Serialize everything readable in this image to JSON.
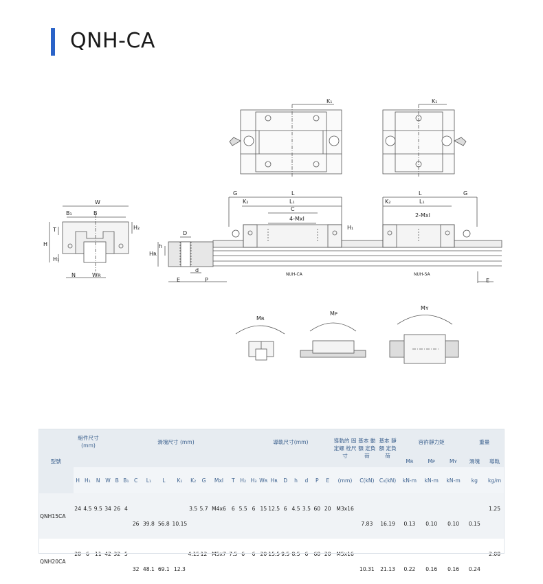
{
  "page": {
    "title": "QNH-CA"
  },
  "drawing": {
    "labels": {
      "W": "W",
      "B1": "B₁",
      "B": "B",
      "T": "T",
      "H2": "H₂",
      "H": "H",
      "H1": "H₁",
      "N": "N",
      "WR": "Wʀ",
      "D": "D",
      "h": "h",
      "HR": "Hʀ",
      "d": "d",
      "E": "E",
      "P": "P",
      "K1": "K₁",
      "G": "G",
      "L": "L",
      "L1": "L₁",
      "K2": "K₂",
      "C": "C",
      "mxl4": "4-Mxl",
      "mxl2": "2-Mxl",
      "nuh_ca": "NUH-CA",
      "nuh_sa": "NUH-SA",
      "MR": "Mʀ",
      "MP": "Mᴘ",
      "MY": "Mʏ"
    }
  },
  "table": {
    "header": {
      "model": "型號",
      "group_assembly": "組件尺寸\n(mm)",
      "group_block": "滑塊尺寸 (mm)",
      "group_rail": "導軌尺寸(mm)",
      "group_bolt": "導軌的\n固定螺\n栓尺寸",
      "group_dynamic": "基本\n動額\n定負荷",
      "group_static": "基本\n靜額\n定負荷",
      "group_moment": "容許靜力矩",
      "group_weight": "重量",
      "cols": [
        "H",
        "H₁",
        "N",
        "W",
        "B",
        "B₁",
        "C",
        "L₁",
        "L",
        "K₁",
        "K₂",
        "G",
        "Mxl",
        "T",
        "H₂",
        "H₃",
        "Wʀ",
        "Hʀ",
        "D",
        "h",
        "d",
        "P",
        "E"
      ],
      "bolt_unit": "(mm)",
      "dyn_unit": "C(kN)",
      "stat_unit": "C₀(kN)",
      "moment_cols": [
        "Mʀ",
        "Mᴘ",
        "Mʏ"
      ],
      "moment_units": [
        "kN-m",
        "kN-m",
        "kN-m"
      ],
      "weight_cols": [
        "滑塊",
        "導軌"
      ],
      "weight_units": [
        "kg",
        "kg/m"
      ]
    },
    "rows": [
      {
        "model": "QNH15CA",
        "H": "24",
        "H1": "4.5",
        "N": "9.5",
        "W": "34",
        "B": "26",
        "B1": "4",
        "C": "26",
        "L1": "39.8",
        "L": "56.8",
        "K1": "10.15",
        "K2": "3.5",
        "G": "5.7",
        "Mxl": "M4x6",
        "T": "6",
        "H2": "5.5",
        "H3": "6",
        "WR": "15",
        "HR": "12.5",
        "D": "6",
        "h": "4.5",
        "d": "3.5",
        "P": "60",
        "E": "20",
        "bolt": "M3x16",
        "C_kN": "7.83",
        "C0_kN": "16.19",
        "MR": "0.13",
        "MP": "0.10",
        "MY": "0.10",
        "block_kg": "0.15",
        "rail_kgm": "1.25"
      },
      {
        "model": "QNH20CA",
        "H": "28",
        "H1": "6",
        "N": "11",
        "W": "42",
        "B": "32",
        "B1": "5",
        "C": "32",
        "L1": "48.1",
        "L": "69.1",
        "K1": "12.3",
        "K2": "4.15",
        "G": "12",
        "Mxl": "M5x7",
        "T": "7.5",
        "H2": "6",
        "H3": "6",
        "WR": "20",
        "HR": "15.5",
        "D": "9.5",
        "h": "8.5",
        "d": "6",
        "P": "60",
        "E": "20",
        "bolt": "M5x16",
        "C_kN": "10.31",
        "C0_kN": "21.13",
        "MR": "0.22",
        "MP": "0.16",
        "MY": "0.16",
        "block_kg": "0.24",
        "rail_kgm": "2.08"
      }
    ]
  }
}
